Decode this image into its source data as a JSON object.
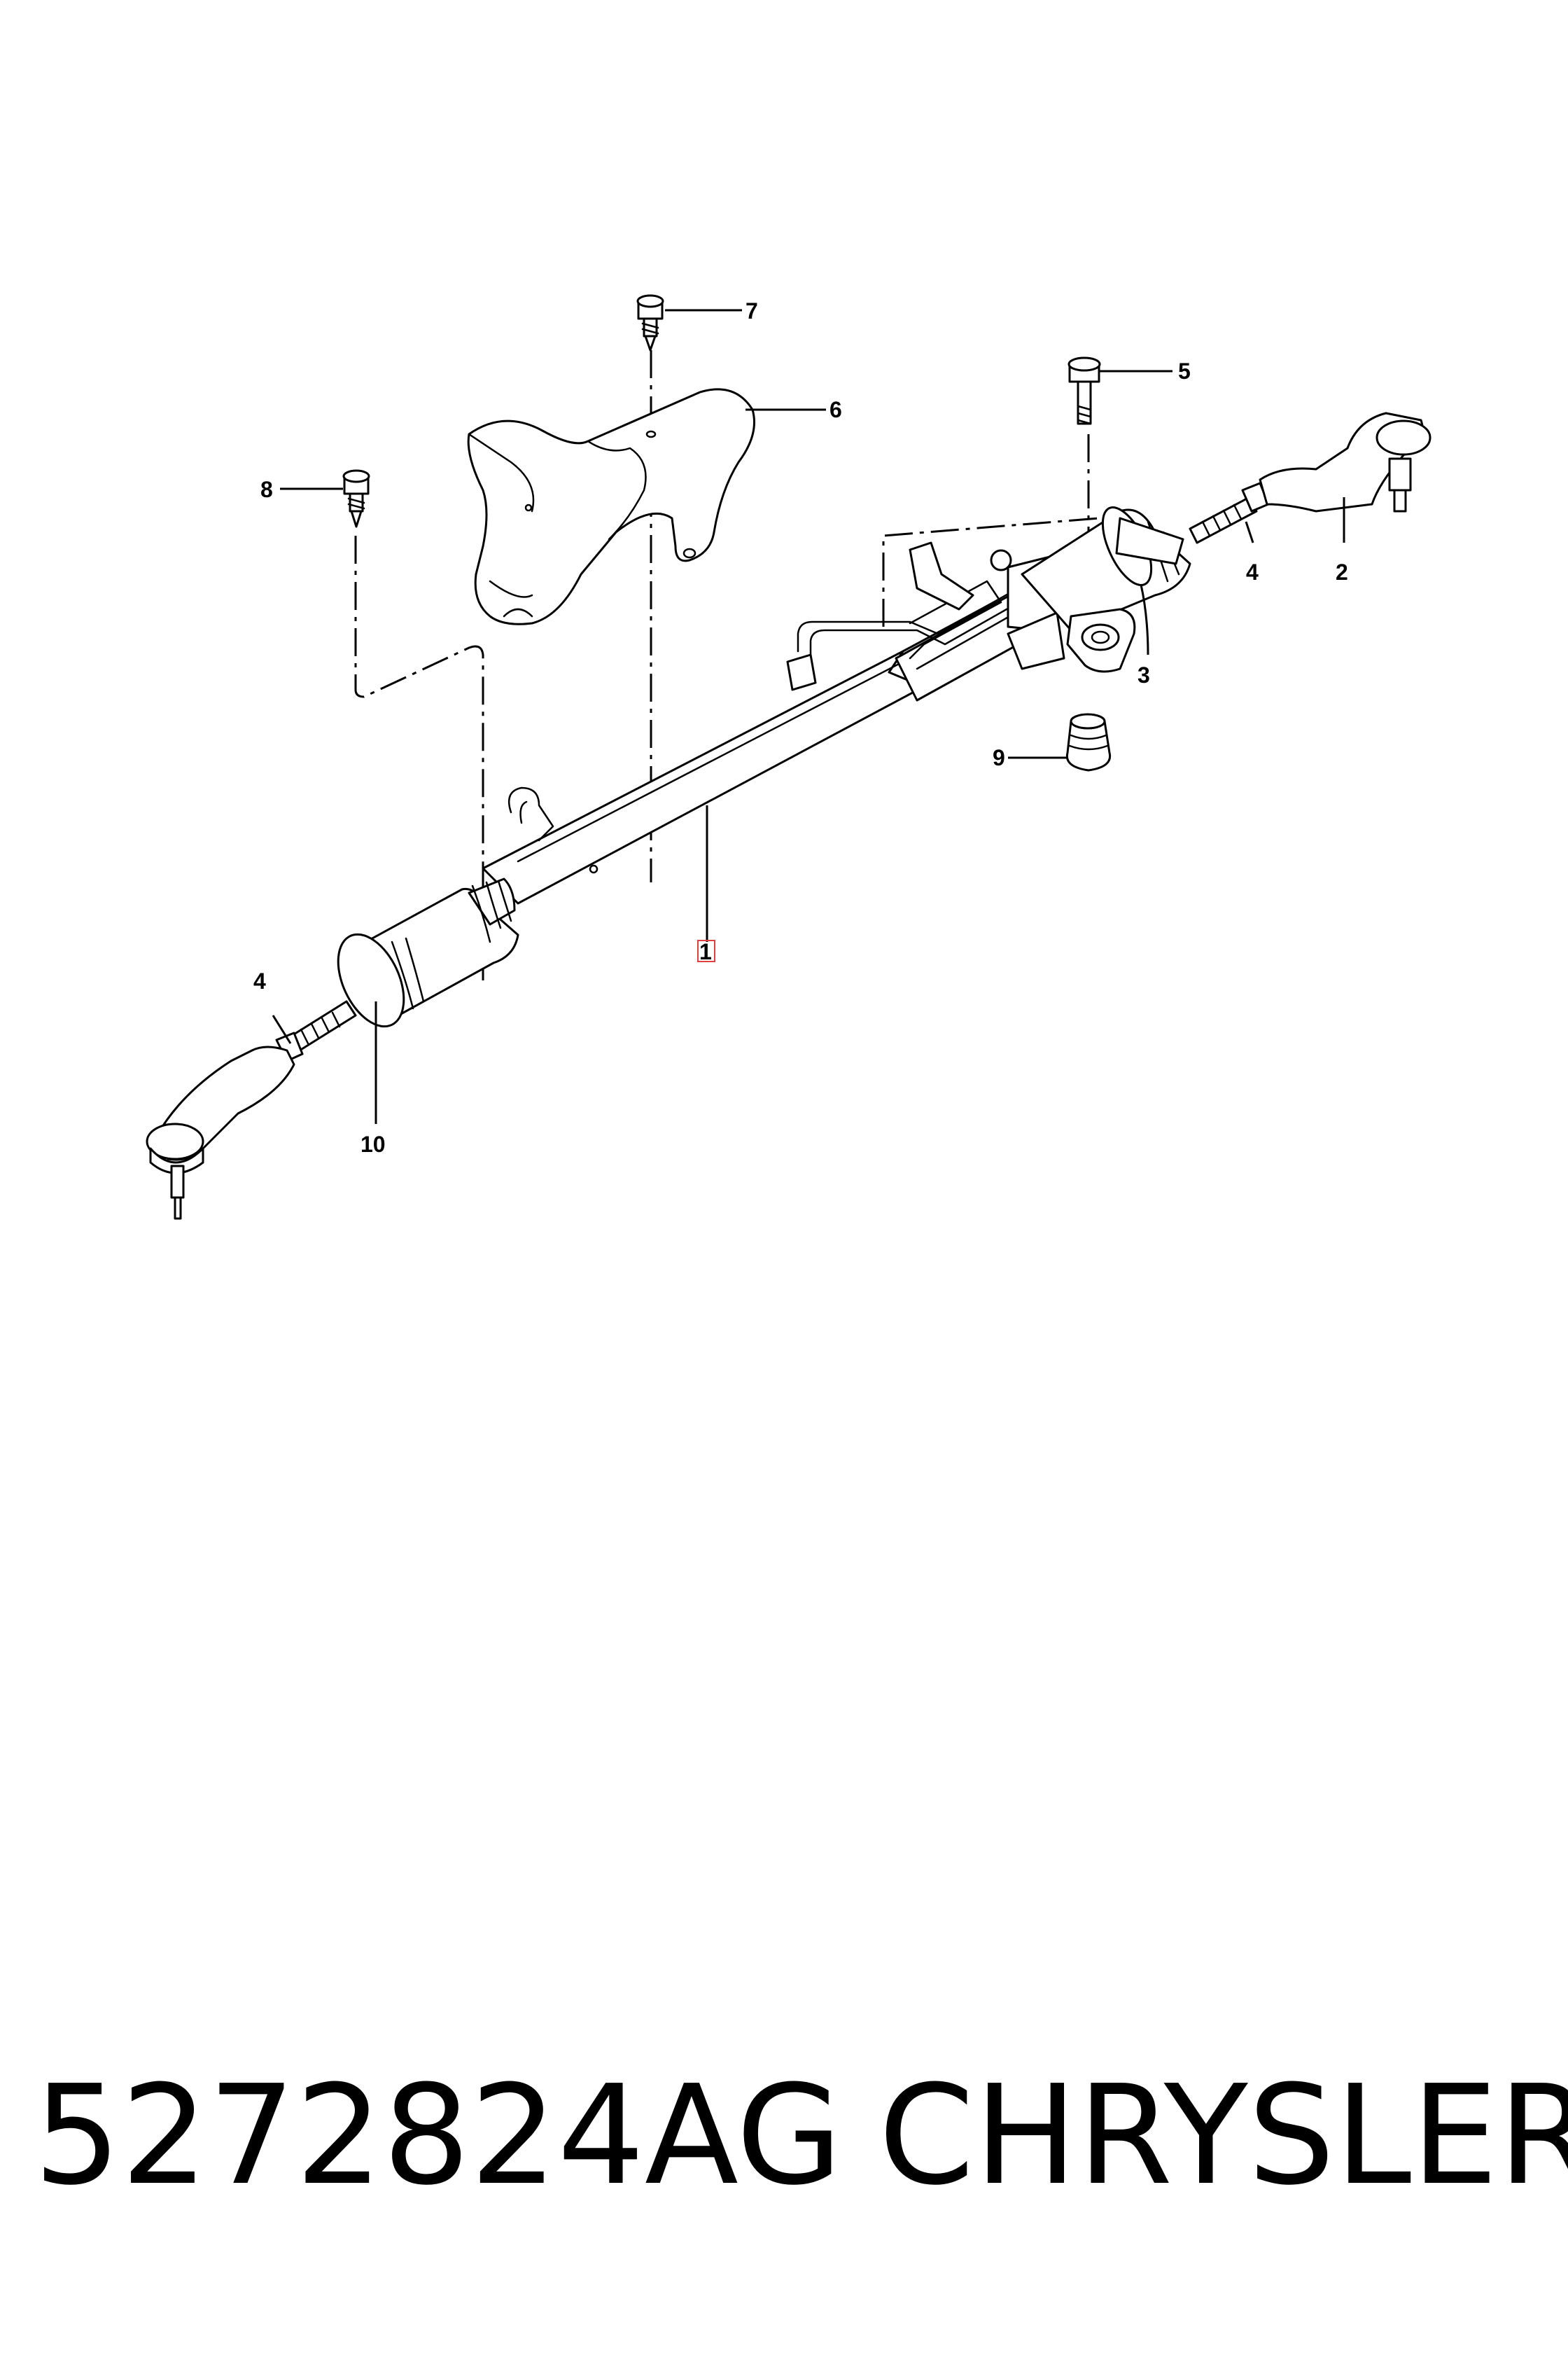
{
  "diagram": {
    "callouts": [
      {
        "id": "1",
        "label": "1"
      },
      {
        "id": "2",
        "label": "2"
      },
      {
        "id": "3",
        "label": "3"
      },
      {
        "id": "4a",
        "label": "4"
      },
      {
        "id": "4b",
        "label": "4"
      },
      {
        "id": "5",
        "label": "5"
      },
      {
        "id": "6",
        "label": "6"
      },
      {
        "id": "7",
        "label": "7"
      },
      {
        "id": "8",
        "label": "8"
      },
      {
        "id": "9",
        "label": "9"
      },
      {
        "id": "10",
        "label": "10"
      }
    ],
    "highlight_color": "#e04040"
  },
  "footer": {
    "part_number": "5272824AG",
    "manufacturer": "CHRYSLER"
  }
}
